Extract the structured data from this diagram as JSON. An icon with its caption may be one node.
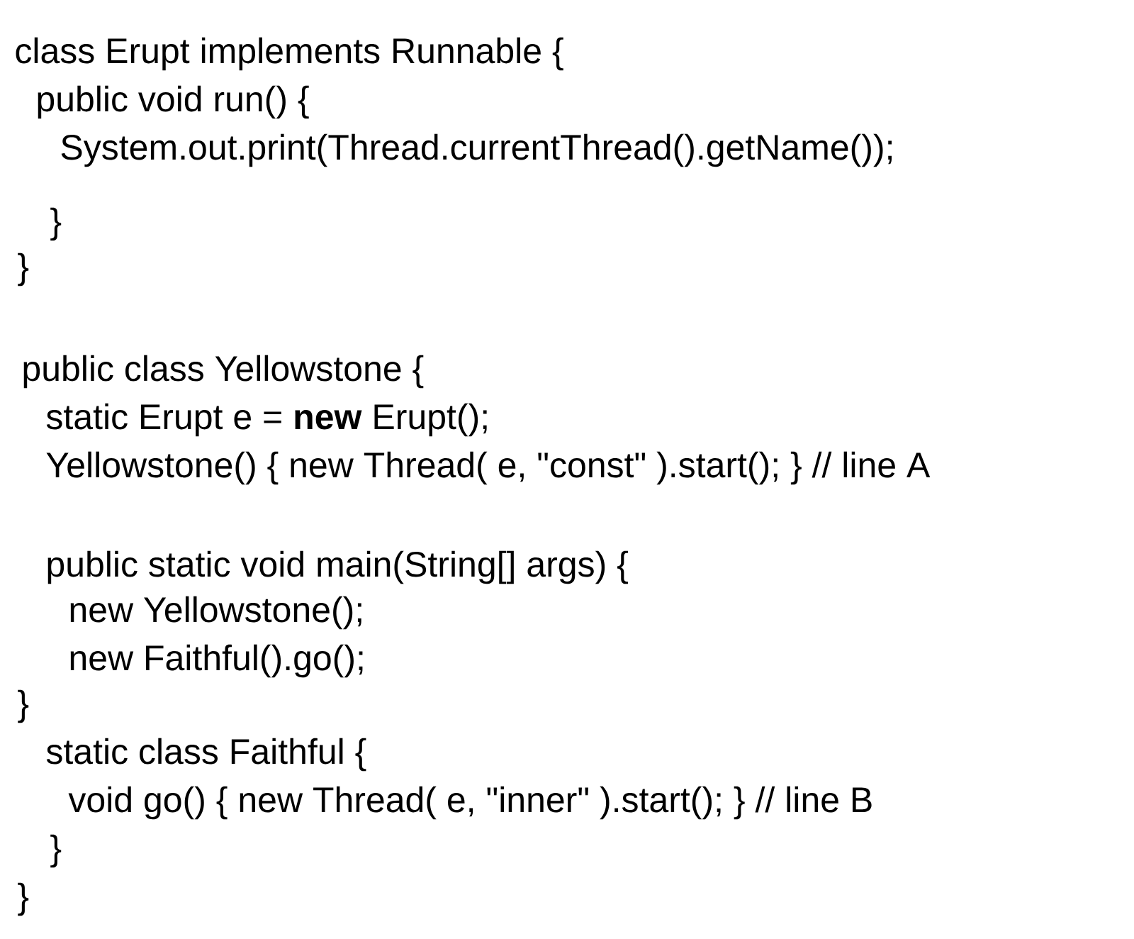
{
  "diagram": {
    "labels": [
      "class Erupt implements Runnable {",
      "public void run() {",
      "System.out.print(Thread.currentThread().getName());",
      "}",
      "}",
      "public class Yellowstone {",
      "static Erupt e = **new** Erupt();",
      "Yellowstone() { new Thread( e, \"const\" ).start(); } // line A",
      "public static void main(String[] args) {",
      "new Yellowstone();",
      "new Faithful().go();",
      "}",
      "static class Faithful {",
      "void go() { new Thread( e, \"inner\" ).start(); } // line B",
      "}",
      "}"
    ]
  }
}
